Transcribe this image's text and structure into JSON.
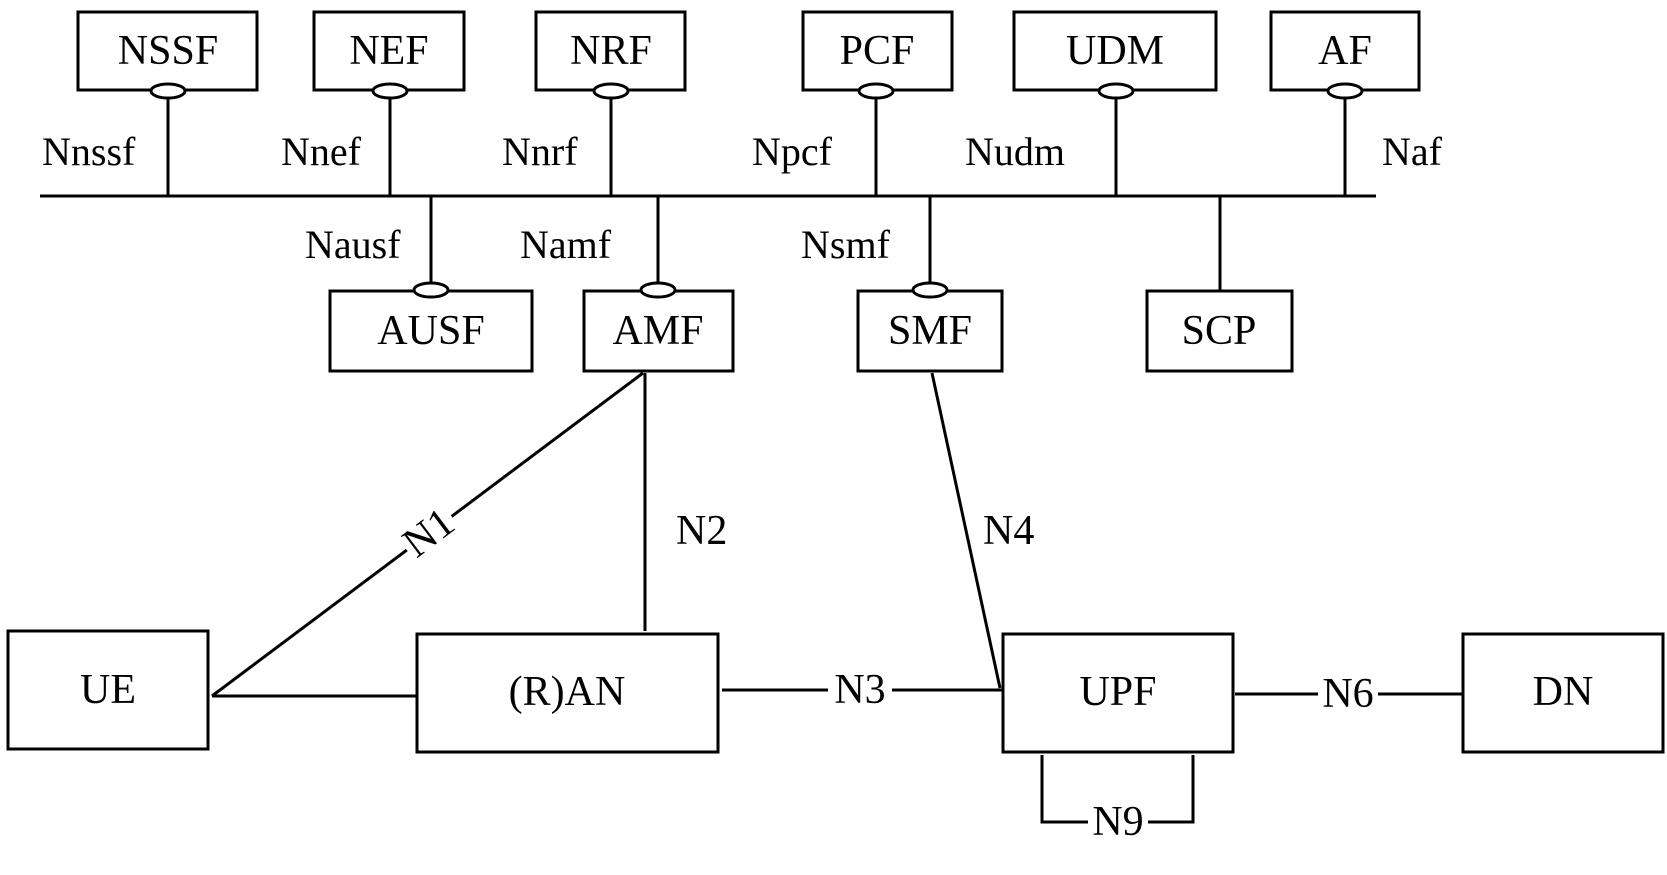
{
  "network_functions": {
    "nssf": "NSSF",
    "nef": "NEF",
    "nrf": "NRF",
    "pcf": "PCF",
    "udm": "UDM",
    "af": "AF",
    "ausf": "AUSF",
    "amf": "AMF",
    "smf": "SMF",
    "scp": "SCP",
    "ue": "UE",
    "ran": "(R)AN",
    "upf": "UPF",
    "dn": "DN"
  },
  "service_interfaces": {
    "nssf": "Nnssf",
    "nef": "Nnef",
    "nrf": "Nnrf",
    "pcf": "Npcf",
    "udm": "Nudm",
    "af": "Naf",
    "ausf": "Nausf",
    "amf": "Namf",
    "smf": "Nsmf"
  },
  "reference_points": {
    "n1": "N1",
    "n2": "N2",
    "n3": "N3",
    "n4": "N4",
    "n6": "N6",
    "n9": "N9"
  }
}
